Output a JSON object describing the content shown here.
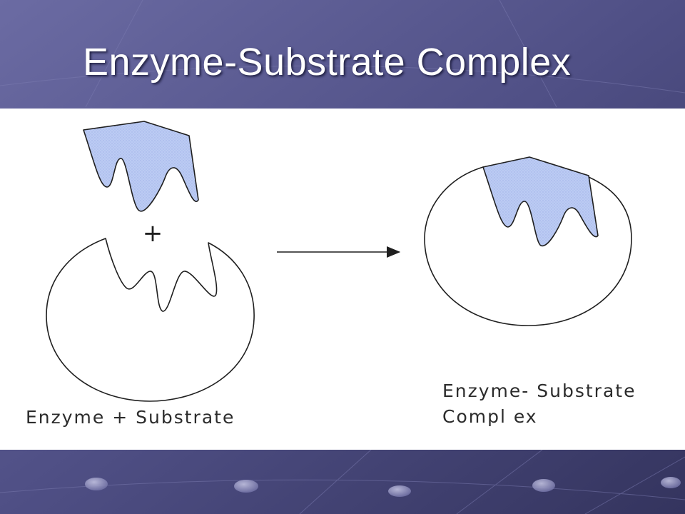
{
  "slide": {
    "title": "Enzyme-Substrate Complex"
  },
  "diagram": {
    "plus_sign": "+",
    "left_caption": "Enzyme + Substrate",
    "right_caption_line1": "Enzyme- Substrate",
    "right_caption_line2": "Compl ex"
  },
  "colors": {
    "background_dark": "#3d3d6b",
    "background_mid": "#5a5a90",
    "panel": "#ffffff",
    "substrate_fill": "#b7c7f2",
    "outline": "#1f1f1f"
  }
}
